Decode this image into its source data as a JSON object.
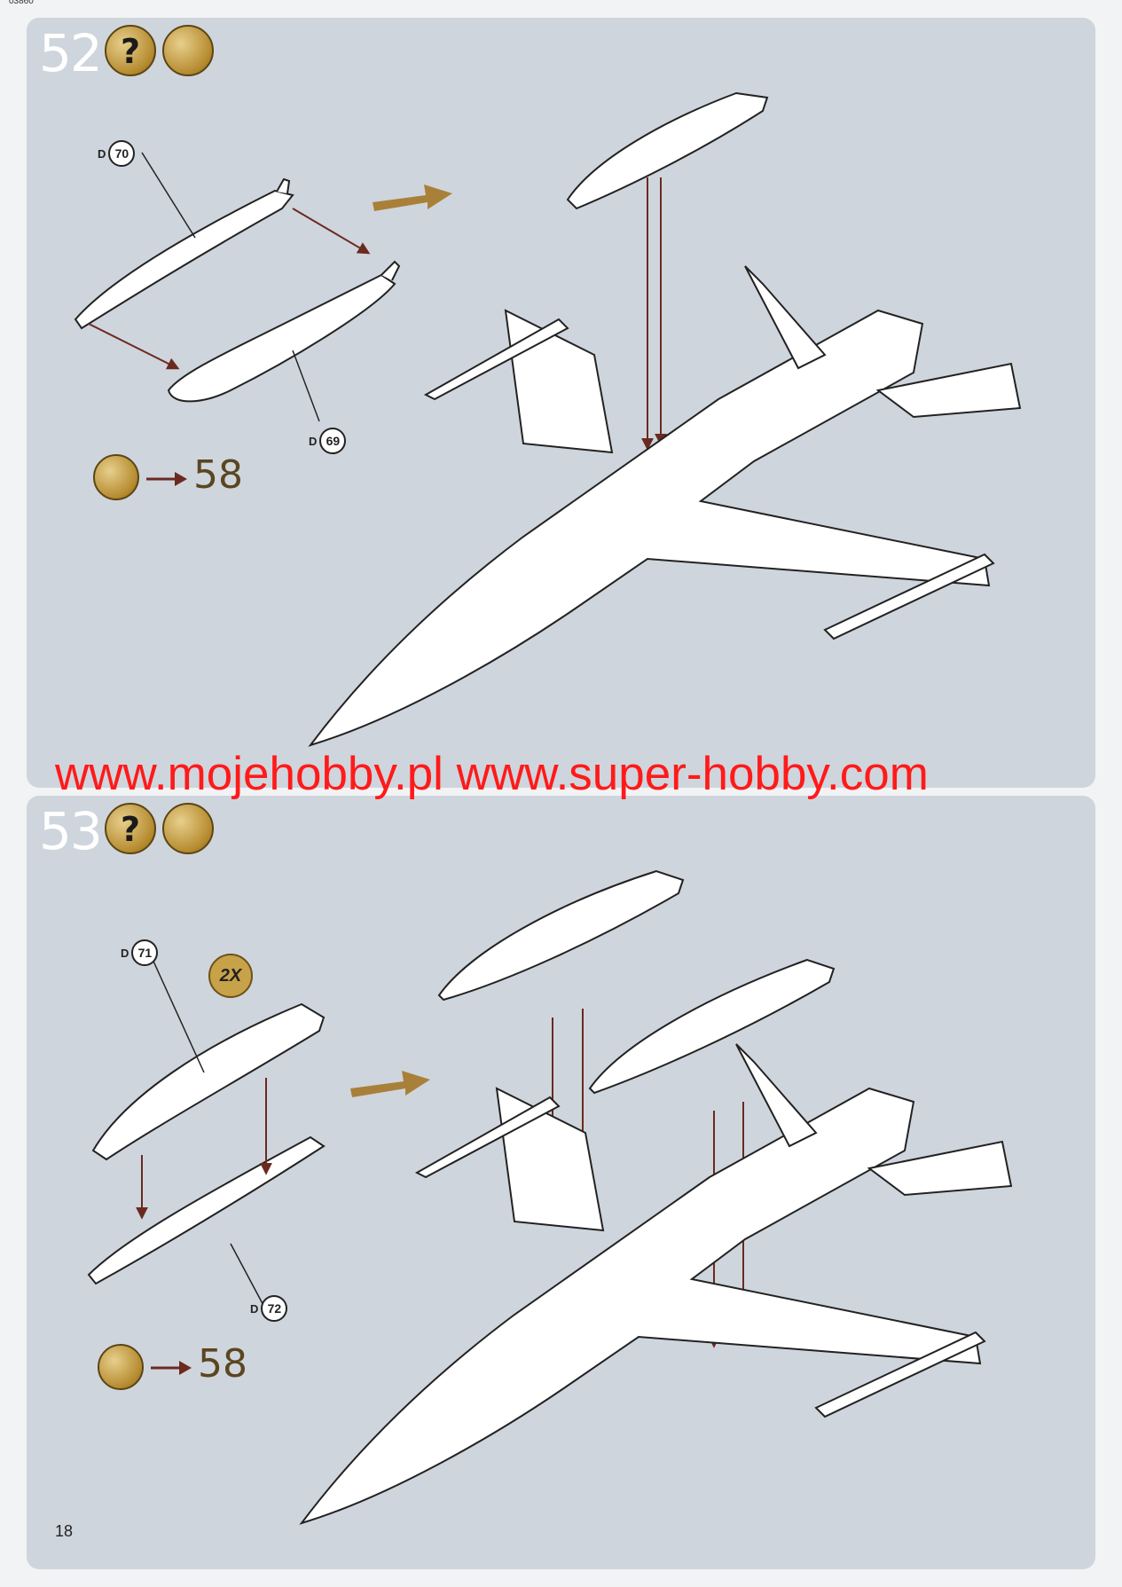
{
  "doc_code": "03860",
  "page_number": "18",
  "watermark": "www.mojehobby.pl www.super-hobby.com",
  "steps": [
    {
      "number": "52",
      "parts": [
        {
          "prefix": "D",
          "number": "70"
        },
        {
          "prefix": "D",
          "number": "69"
        }
      ],
      "reference": "58"
    },
    {
      "number": "53",
      "multiplier": "2X",
      "parts": [
        {
          "prefix": "D",
          "number": "71"
        },
        {
          "prefix": "D",
          "number": "72"
        }
      ],
      "reference": "58"
    }
  ]
}
